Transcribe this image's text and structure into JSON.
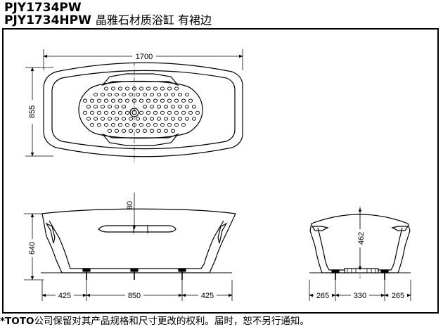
{
  "header": {
    "model_1": "PJY1734PW",
    "model_2": "PJY1734HPW",
    "description": "晶雅石材质浴缸  有裙边"
  },
  "dimensions": {
    "length": "1700",
    "width": "855",
    "rim_height": "640",
    "drain_offset": "80",
    "side_left": "425",
    "side_center": "850",
    "side_right": "425",
    "end_depth": "462",
    "end_left": "265",
    "end_center": "330",
    "end_right": "265"
  },
  "footer": {
    "star": "*",
    "brand": "TOTO",
    "notice": "公司保留对其产品规格和尺寸更改的权利。届时，恕不另行通知。"
  }
}
